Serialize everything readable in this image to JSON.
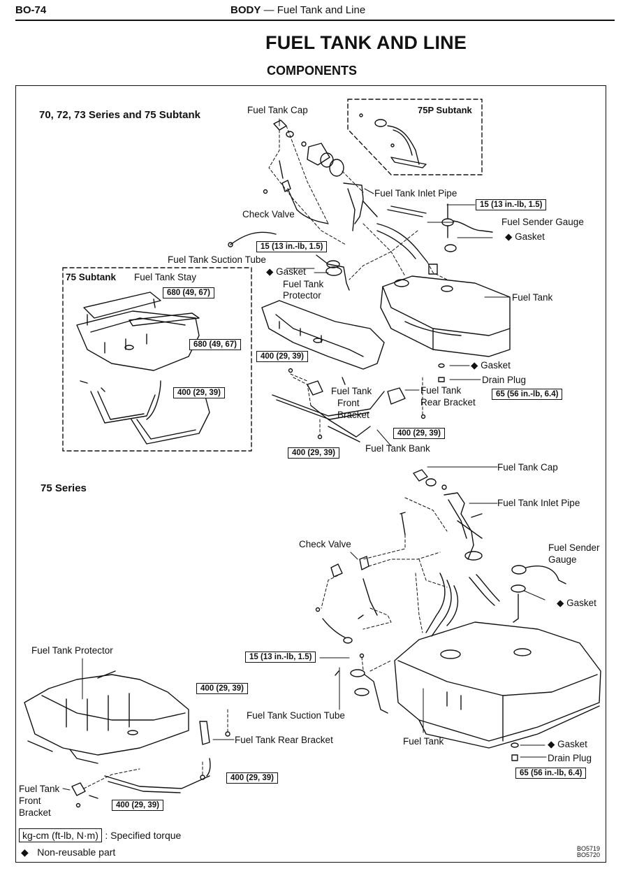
{
  "header": {
    "page": "BO-74",
    "section": "BODY",
    "dash": " — ",
    "subsection": "Fuel Tank and Line"
  },
  "title": "FUEL TANK AND LINE",
  "subtitle": "COMPONENTS",
  "sections": {
    "top": "70, 72, 73 Series and 75 Subtank",
    "subtank75p": "75P Subtank",
    "subtank75": "75 Subtank",
    "series75": "75 Series"
  },
  "labels_top": {
    "fuel_tank_cap": "Fuel Tank Cap",
    "fuel_tank_inlet_pipe": "Fuel Tank Inlet Pipe",
    "check_valve": "Check Valve",
    "fuel_sender_gauge": "Fuel Sender Gauge",
    "gasket_right": "Gasket",
    "fuel_tank_suction_tube": "Fuel Tank Suction Tube",
    "gasket_left": "Gasket",
    "fuel_tank_protector_1": "Fuel Tank",
    "fuel_tank_protector_2": "Protector",
    "fuel_tank_stay": "Fuel Tank Stay",
    "fuel_tank": "Fuel Tank",
    "gasket_drain": "Gasket",
    "drain_plug": "Drain Plug",
    "front_bracket_1": "Fuel Tank",
    "front_bracket_2": "Front",
    "front_bracket_3": "Bracket",
    "rear_bracket_1": "Fuel Tank",
    "rear_bracket_2": "Rear Bracket",
    "fuel_tank_bank": "Fuel Tank Bank"
  },
  "labels_75": {
    "fuel_tank_cap": "Fuel Tank Cap",
    "fuel_tank_inlet_pipe": "Fuel Tank Inlet Pipe",
    "check_valve": "Check Valve",
    "fuel_sender_gauge_1": "Fuel Sender",
    "fuel_sender_gauge_2": "Gauge",
    "gasket_sender": "Gasket",
    "fuel_tank_protector": "Fuel Tank Protector",
    "fuel_tank_suction_tube": "Fuel Tank Suction Tube",
    "fuel_tank_rear_bracket": "Fuel Tank Rear Bracket",
    "fuel_tank": "Fuel Tank",
    "gasket_drain": "Gasket",
    "drain_plug": "Drain Plug",
    "front_bracket_1": "Fuel Tank",
    "front_bracket_2": "Front",
    "front_bracket_3": "Bracket"
  },
  "torques_top": {
    "t15_inlet": "15 (13 in.-lb, 1.5)",
    "t15_suction": "15 (13 in.-lb, 1.5)",
    "t680_a": "680 (49, 67)",
    "t680_b": "680 (49, 67)",
    "t400_stay": "400 (29, 39)",
    "t400_protector": "400 (29, 39)",
    "t65_drain": "65 (56 in.-lb, 6.4)",
    "t400_rear": "400 (29, 39)",
    "t400_bank": "400 (29, 39)"
  },
  "torques_75": {
    "t15_suction": "15 (13 in.-lb, 1.5)",
    "t400_rear": "400 (29, 39)",
    "t65_drain": "65 (56 in.-lb, 6.4)",
    "t400_bank": "400 (29, 39)",
    "t400_front": "400 (29, 39)"
  },
  "legend": {
    "torque_box": "kg-cm (ft-lb, N·m)",
    "torque_desc": ":  Specified torque",
    "nonreusable_symbol": "◆",
    "nonreusable_desc": "Non-reusable part"
  },
  "figure_codes": [
    "BO5719",
    "BO5720"
  ]
}
